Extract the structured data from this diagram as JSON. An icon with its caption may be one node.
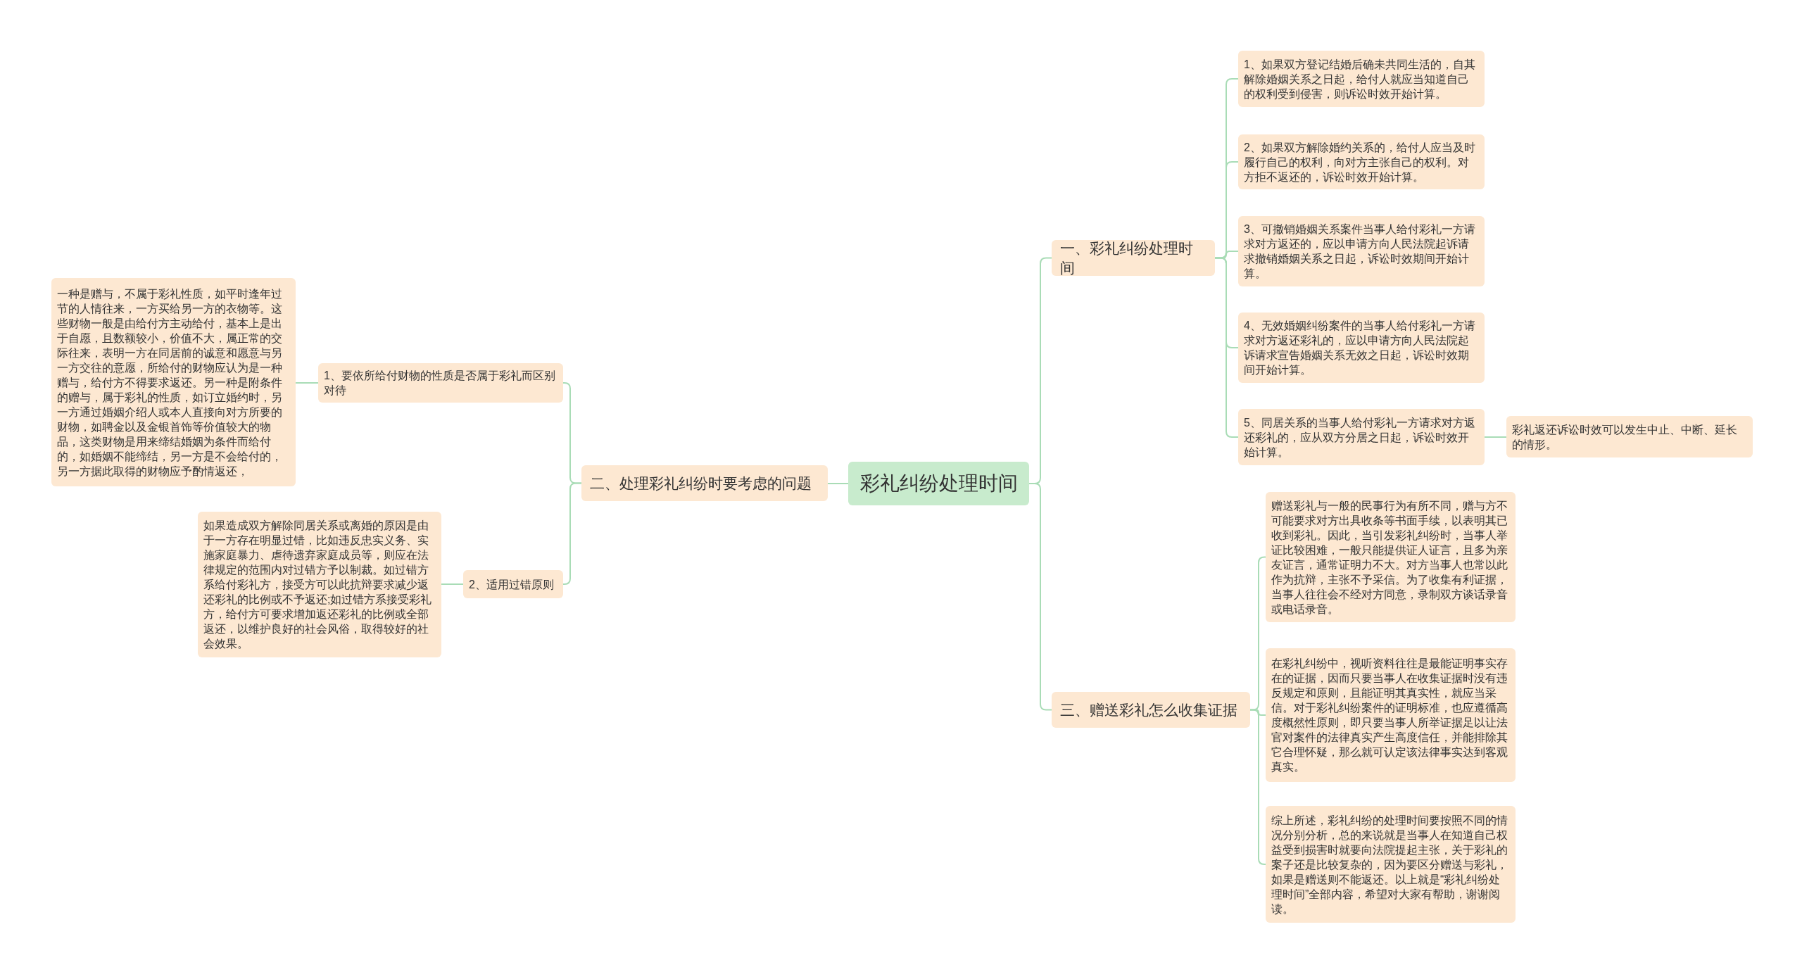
{
  "diagram": {
    "nodes": [
      {
        "text": [
          "彩礼纠纷处理时间"
        ]
      },
      {
        "text": [
          "二、处理彩礼纠纷时要考虑的问题"
        ]
      },
      {
        "text": [
          "1、要依所给付财物的性质是否属于彩礼而区别对待"
        ]
      },
      {
        "text": [
          "一种是赠与，不属于彩礼性质，如平时逢年过节的人情往来，一方买给另一方的衣物等。这些财物一般是由给付方主动给付，基本上是出于自愿，且数额较小，价值不大，属正常的交际往来，表明一方在同居前的诚意和愿意与另一方交往的意愿，所给付的财物应认为是一种赠与，给付方不得要求返还。另一种是附条件的赠与，属于彩礼的性质，如订立婚约时，另一方通过婚姻介绍人或本人直接向对方所要的财物，如聘金以及金银首饰等价值较大的物品，这类财物是用来缔结婚姻为条件而给付的，如婚姻不能缔结，另一方是不会给付的，另一方据此取得的财物应予酌情返还，"
        ]
      },
      {
        "text": [
          "2、适用过错原则"
        ]
      },
      {
        "text": [
          "如果造成双方解除同居关系或离婚的原因是由于一方存在明显过错，比如违反忠实义务、实施家庭暴力、虐待遗弃家庭成员等，则应在法律规定的范围内对过错方予以制裁。如过错方系给付彩礼方，接受方可以此抗辩要求减少返还彩礼的比例或不予返还;如过错方系接受彩礼方，给付方可要求增加返还彩礼的比例或全部返还，以维护良好的社会风俗，取得较好的社会效果。"
        ]
      },
      {
        "text": [
          "一、彩礼纠纷处理时间"
        ]
      },
      {
        "text": [
          "1、如果双方登记结婚后确未共同生活的，自其解除婚姻关系之日起，给付人就应当知道自己的权利受到侵害，则诉讼时效开始计算。"
        ]
      },
      {
        "text": [
          "2、如果双方解除婚约关系的，给付人应当及时履行自己的权利，向对方主张自己的权利。对方拒不返还的，诉讼时效开始计算。"
        ]
      },
      {
        "text": [
          "3、可撤销婚姻关系案件当事人给付彩礼一方请求对方返还的，应以申请方向人民法院起诉请求撤销婚姻关系之日起，诉讼时效期间开始计算。"
        ]
      },
      {
        "text": [
          "4、无效婚姻纠纷案件的当事人给付彩礼一方请求对方返还彩礼的，应以申请方向人民法院起诉请求宣告婚姻关系无效之日起，诉讼时效期间开始计算。"
        ]
      },
      {
        "text": [
          "5、同居关系的当事人给付彩礼一方请求对方返还彩礼的，应从双方分居之日起，诉讼时效开始计算。"
        ]
      },
      {
        "text": [
          "彩礼返还诉讼时效可以发生中止、中断、延长的情形。"
        ]
      },
      {
        "text": [
          "三、赠送彩礼怎么收集证据"
        ]
      },
      {
        "text": [
          "赠送彩礼与一般的民事行为有所不同，赠与方不可能要求对方出具收条等书面手续，以表明其已收到彩礼。因此，当引发彩礼纠纷时，当事人举证比较困难，一般只能提供证人证言，且多为亲友证言，通常证明力不大。对方当事人也常以此作为抗辩，主张不予采信。为了收集有利证据，当事人往往会不经对方同意，录制双方谈话录音或电话录音。"
        ]
      },
      {
        "text": [
          "在彩礼纠纷中，视听资料往往是最能证明事实存在的证据，因而只要当事人在收集证据时没有违反规定和原则，且能证明其真实性，就应当采信。对于彩礼纠纷案件的证明标准，也应遵循高度概然性原则，即只要当事人所举证据足以让法官对案件的法律真实产生高度信任，并能排除其它合理怀疑，那么就可认定该法律事实达到客观真实。"
        ]
      },
      {
        "text": [
          "综上所述，彩礼纠纷的处理时间要按照不同的情况分别分析，总的来说就是当事人在知道自己权益受到损害时就要向法院提起主张，关于彩礼的案子还是比较复杂的，因为要区分赠送与彩礼，如果是赠送则不能返还。以上就是“彩礼纠纷处理时间”全部内容，希望对大家有帮助，谢谢阅读。"
        ]
      }
    ],
    "edges": [
      {
        "from": 0,
        "to": 1,
        "arrow": "none"
      },
      {
        "from": 1,
        "to": 2,
        "arrow": "none"
      },
      {
        "from": 2,
        "to": 3,
        "arrow": "none"
      },
      {
        "from": 1,
        "to": 4,
        "arrow": "none"
      },
      {
        "from": 4,
        "to": 5,
        "arrow": "none"
      },
      {
        "from": 0,
        "to": 6,
        "arrow": "none"
      },
      {
        "from": 6,
        "to": 7,
        "arrow": "none"
      },
      {
        "from": 6,
        "to": 8,
        "arrow": "none"
      },
      {
        "from": 6,
        "to": 9,
        "arrow": "none"
      },
      {
        "from": 6,
        "to": 10,
        "arrow": "none"
      },
      {
        "from": 6,
        "to": 11,
        "arrow": "none"
      },
      {
        "from": 11,
        "to": 12,
        "arrow": "none"
      },
      {
        "from": 0,
        "to": 13,
        "arrow": "none"
      },
      {
        "from": 13,
        "to": 14,
        "arrow": "none"
      },
      {
        "from": 13,
        "to": 15,
        "arrow": "none"
      },
      {
        "from": 13,
        "to": 16,
        "arrow": "none"
      }
    ]
  }
}
